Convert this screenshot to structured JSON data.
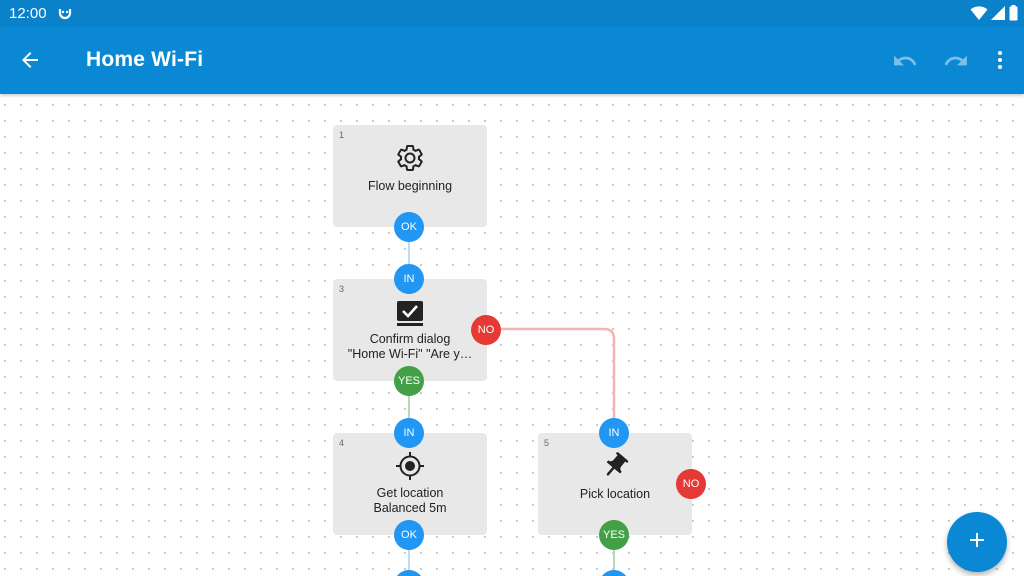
{
  "status_bar": {
    "time": "12:00",
    "icons": [
      "notification-face-icon",
      "wifi-icon",
      "signal-icon",
      "battery-icon"
    ]
  },
  "app_bar": {
    "title": "Home Wi-Fi",
    "actions": [
      "back-arrow-icon",
      "undo-icon",
      "redo-icon",
      "more-vert-icon"
    ]
  },
  "flow": {
    "blocks": [
      {
        "num": "1",
        "icon": "gear-icon",
        "line1": "Flow beginning",
        "line2": "",
        "out_ports": [
          "OK"
        ]
      },
      {
        "num": "3",
        "icon": "confirm-dialog-icon",
        "line1": "Confirm dialog",
        "line2": "\"Home Wi-Fi\" \"Are y…",
        "in_port": "IN",
        "out_ports": [
          "NO",
          "YES"
        ]
      },
      {
        "num": "4",
        "icon": "crosshair-icon",
        "line1": "Get location",
        "line2": "Balanced 5m",
        "in_port": "IN",
        "out_ports": [
          "OK"
        ]
      },
      {
        "num": "5",
        "icon": "pin-icon",
        "line1": "Pick location",
        "line2": "",
        "in_port": "IN",
        "out_ports": [
          "NO",
          "YES"
        ]
      }
    ]
  },
  "colors": {
    "app_bar": "#0a88d4",
    "status_bar": "#0a81c8",
    "port_blue": "#2196f3",
    "port_green": "#43a047",
    "port_red": "#e53935",
    "block_bg": "#e8e8e8"
  },
  "fab": {
    "icon": "add-icon"
  }
}
